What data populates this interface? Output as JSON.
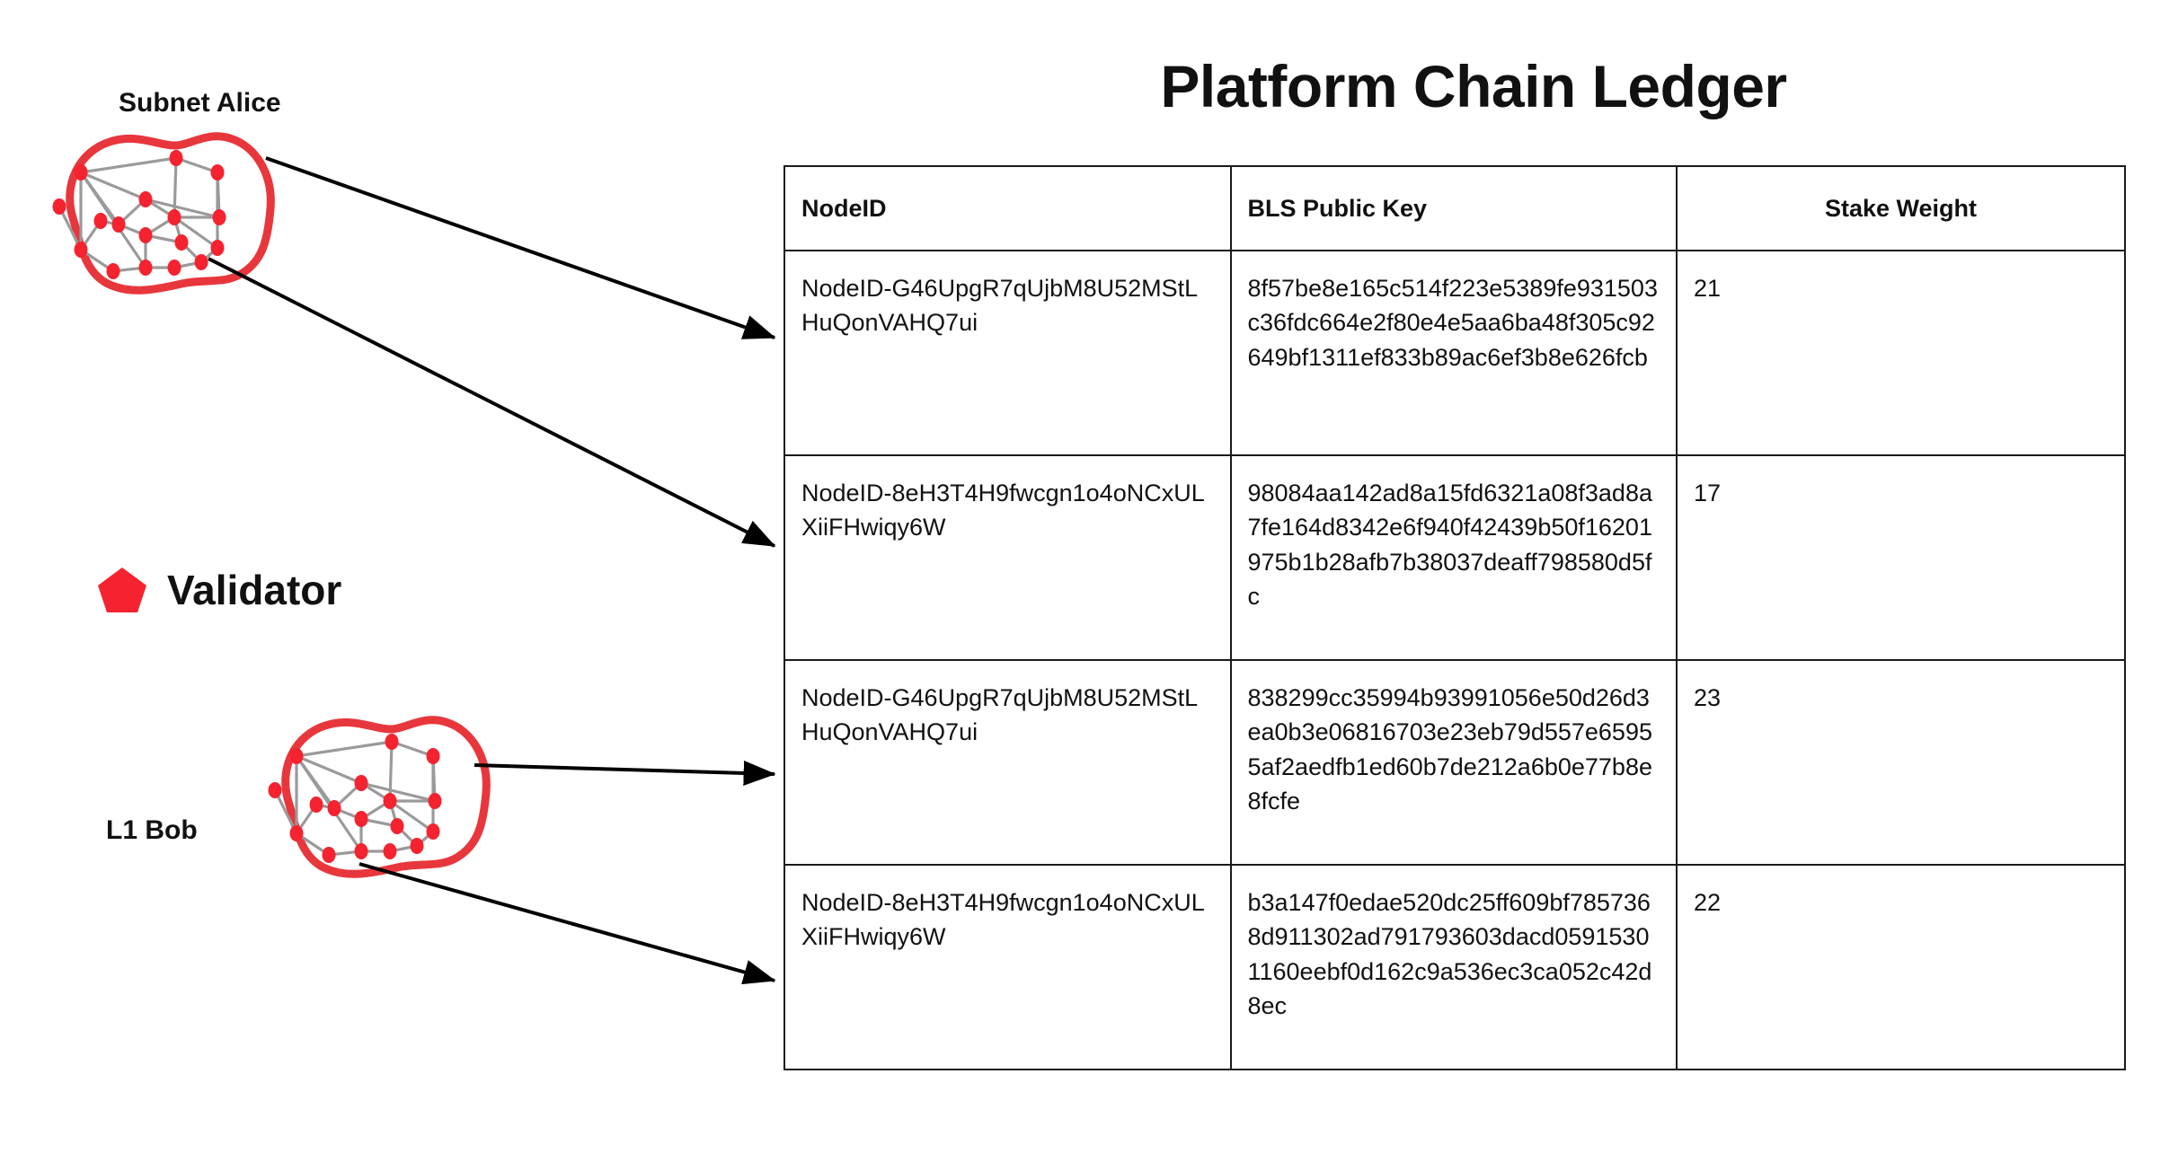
{
  "title": "Platform Chain Ledger",
  "left_panel": {
    "subnet_label": "Subnet Alice",
    "l1_label": "L1 Bob",
    "legend": {
      "icon": "pentagon-icon",
      "label": "Validator",
      "color": "#F5232F"
    },
    "network_node_color": "#F5232F",
    "network_edge_color": "#9a9a9a",
    "blob_outline_color": "#E8373C"
  },
  "table": {
    "columns": [
      "NodeID",
      "BLS Public Key",
      "Stake Weight"
    ],
    "rows": [
      {
        "node_id": "NodeID-G46UpgR7qUjbM8U52MStLHuQonVAHQ7ui",
        "bls_public_key": "8f57be8e165c514f223e5389fe931503c36fdc664e2f80e4e5aa6ba48f305c92649bf1311ef833b89ac6ef3b8e626fcb",
        "stake_weight": "21"
      },
      {
        "node_id": "NodeID-8eH3T4H9fwcgn1o4oNCxULXiiFHwiqy6W",
        "bls_public_key": "98084aa142ad8a15fd6321a08f3ad8a7fe164d8342e6f940f42439b50f16201975b1b28afb7b38037deaff798580d5fc",
        "stake_weight": "17"
      },
      {
        "node_id": "NodeID-G46UpgR7qUjbM8U52MStLHuQonVAHQ7ui",
        "bls_public_key": "838299cc35994b93991056e50d26d3ea0b3e06816703e23eb79d557e65955af2aedfb1ed60b7de212a6b0e77b8e8fcfe",
        "stake_weight": "23"
      },
      {
        "node_id": "NodeID-8eH3T4H9fwcgn1o4oNCxULXiiFHwiqy6W",
        "bls_public_key": "b3a147f0edae520dc25ff609bf7857368d911302ad791793603dacd05915301160eebf0d162c9a536ec3ca052c42d8ec",
        "stake_weight": "22"
      }
    ]
  }
}
